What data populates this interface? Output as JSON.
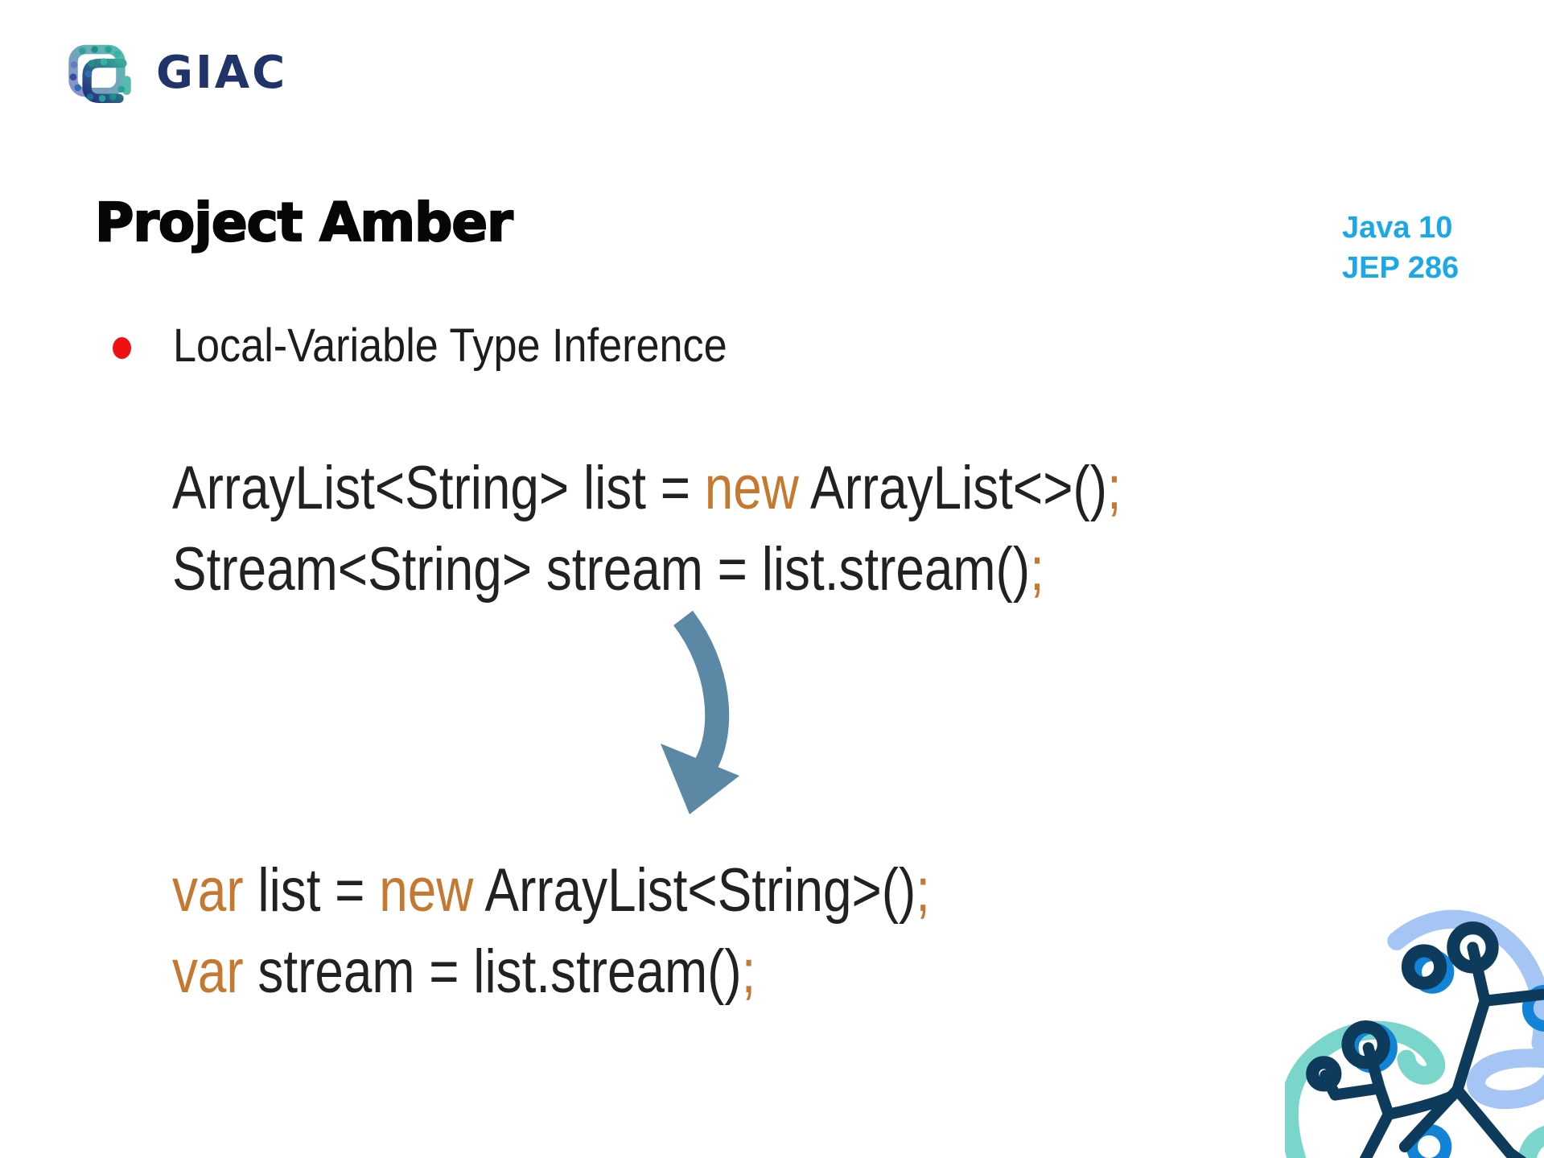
{
  "logo": {
    "text": "GIAC"
  },
  "title": "Project Amber",
  "badge": {
    "line1": "Java 10",
    "line2": "JEP 286"
  },
  "bullet": "Local-Variable Type Inference",
  "code": {
    "before": {
      "lines": [
        [
          {
            "text": "ArrayList<String> list = ",
            "color": "code_text"
          },
          {
            "text": "new",
            "color": "code_keyword"
          },
          {
            "text": " ArrayList<>()",
            "color": "code_text"
          },
          {
            "text": ";",
            "color": "code_keyword"
          }
        ],
        [
          {
            "text": "Stream<String> stream = list.stream()",
            "color": "code_text"
          },
          {
            "text": ";",
            "color": "code_keyword"
          }
        ]
      ]
    },
    "after": {
      "lines": [
        [
          {
            "text": "var",
            "color": "code_keyword"
          },
          {
            "text": " list = ",
            "color": "code_text"
          },
          {
            "text": "new",
            "color": "code_keyword"
          },
          {
            "text": " ArrayList<String>()",
            "color": "code_text"
          },
          {
            "text": ";",
            "color": "code_keyword"
          }
        ],
        [
          {
            "text": "var",
            "color": "code_keyword"
          },
          {
            "text": " stream = list.stream()",
            "color": "code_text"
          },
          {
            "text": ";",
            "color": "code_keyword"
          }
        ]
      ]
    }
  },
  "colors": {
    "code_text": "#212121",
    "code_keyword": "#C5782F",
    "badge_blue": "#1BA8E8",
    "bullet_red": "#EE1111",
    "arrow_blue": "#5B88A5",
    "logo_navy": "#203469",
    "deco_navy": "#0E3A5C",
    "deco_lightblue": "#A5C6F5",
    "deco_teal": "#7AD5CB",
    "deco_blue": "#1284D7"
  },
  "icons": {
    "logo_mark": "giac-g-mark",
    "arrow": "curved-down-arrow",
    "decoration": "network-nodes-graphic"
  }
}
